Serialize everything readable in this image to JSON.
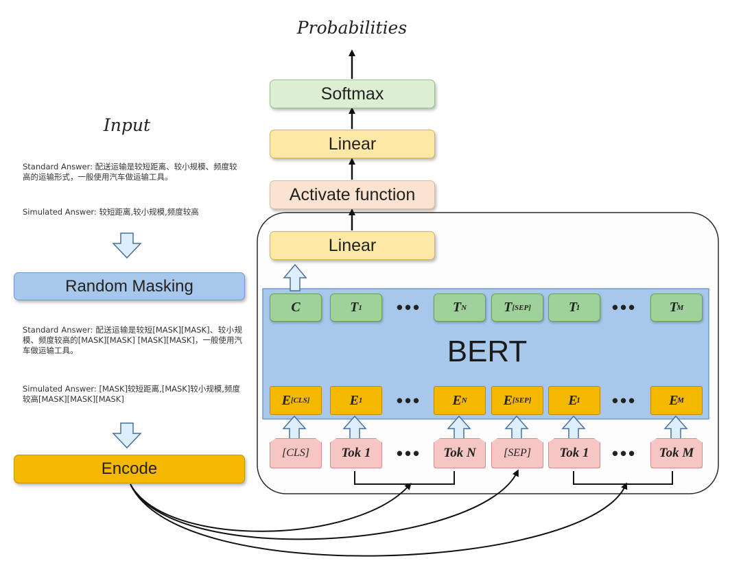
{
  "output_label": "Probabilities",
  "stack": {
    "softmax": "Softmax",
    "linear_top": "Linear",
    "activate": "Activate function",
    "linear_bert": "Linear"
  },
  "input": {
    "heading": "Input",
    "standard_answer": "Standard Answer: 配送运输是较短距离、较小规模、频度较高的运输形式，一般使用汽车做运输工具。",
    "simulated_answer": "Simulated Answer: 较短距离,较小规模,频度较高",
    "masking_label": "Random Masking",
    "masked_standard": "Standard Answer: 配送运输是较短[MASK][MASK]、较小规模、频度较高的[MASK][MASK] [MASK][MASK]，一般使用汽车做运输工具。",
    "masked_simulated": "Simulated Answer: [MASK]较短距离,[MASK]较小规模,频度较高[MASK][MASK][MASK]",
    "encode_label": "Encode"
  },
  "bert": {
    "label": "BERT",
    "outputs": [
      {
        "main": "C",
        "sub": "",
        "prime": ""
      },
      {
        "main": "T",
        "sub": "1",
        "prime": ""
      },
      {
        "main": "T",
        "sub": "N",
        "prime": ""
      },
      {
        "main": "T",
        "sub": "[SEP]",
        "prime": ""
      },
      {
        "main": "T",
        "sub": "1",
        "prime": "′"
      },
      {
        "main": "T",
        "sub": "M",
        "prime": "′"
      }
    ],
    "embeddings": [
      {
        "main": "E",
        "sub": "[CLS]",
        "prime": ""
      },
      {
        "main": "E",
        "sub": "1",
        "prime": ""
      },
      {
        "main": "E",
        "sub": "N",
        "prime": ""
      },
      {
        "main": "E",
        "sub": "[SEP]",
        "prime": ""
      },
      {
        "main": "E",
        "sub": "1",
        "prime": "′"
      },
      {
        "main": "E",
        "sub": "M",
        "prime": "′"
      }
    ],
    "tokens": [
      "[CLS]",
      "Tok 1",
      "Tok N",
      "[SEP]",
      "Tok 1",
      "Tok M"
    ],
    "ellipsis": "•••"
  },
  "colors": {
    "green": "#dcefd3",
    "yellow": "#fde8a6",
    "peach": "#fbe3d2",
    "blue": "#a7c8ea",
    "gold": "#f5b800",
    "token_pink": "#f6c6c4"
  }
}
